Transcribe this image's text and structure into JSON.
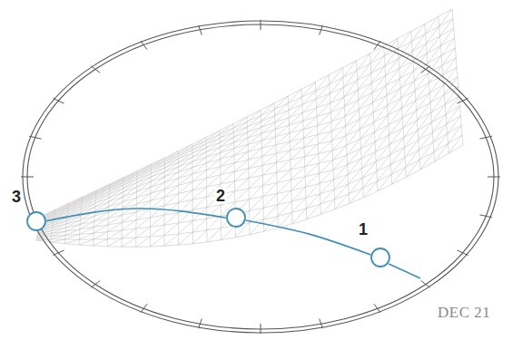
{
  "diagram": {
    "nodes": [
      {
        "text": [
          "1"
        ]
      },
      {
        "text": [
          "2"
        ]
      },
      {
        "text": [
          "3"
        ]
      }
    ],
    "edges": [
      {
        "from": 0,
        "to": 1,
        "arrow": "none"
      },
      {
        "from": 1,
        "to": 2,
        "arrow": "none"
      }
    ],
    "labels": [
      "DEC 21"
    ]
  }
}
